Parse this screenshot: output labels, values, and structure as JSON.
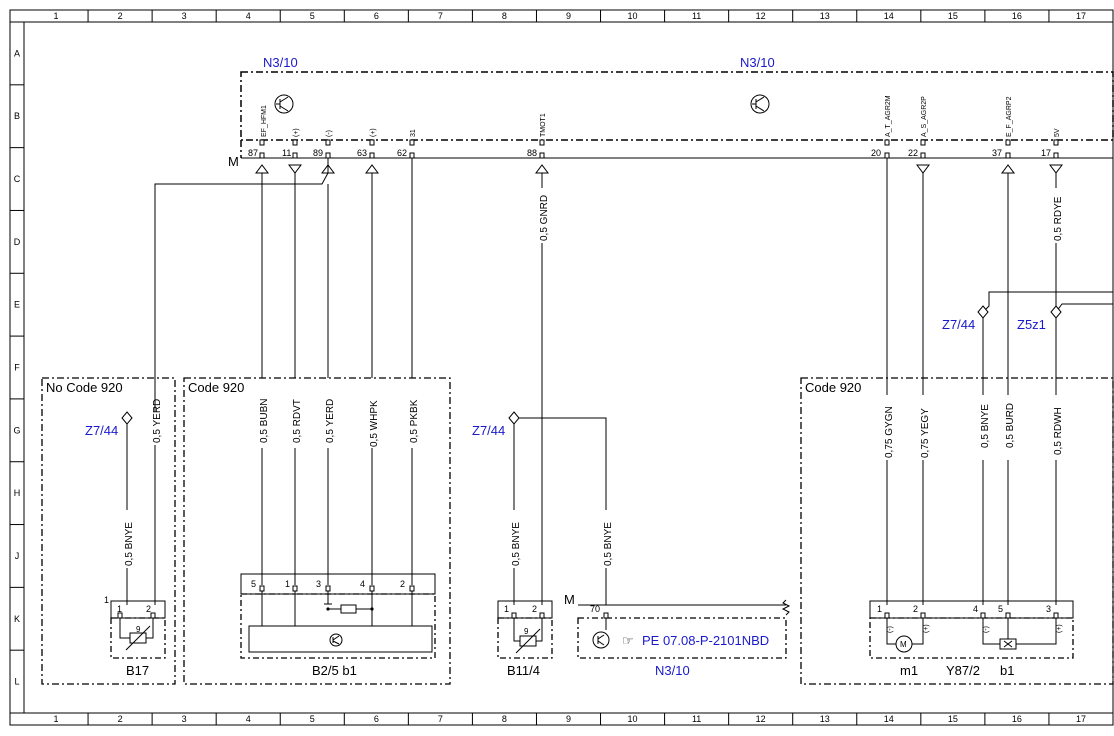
{
  "grid": {
    "columns": [
      "1",
      "2",
      "3",
      "4",
      "5",
      "6",
      "7",
      "8",
      "9",
      "10",
      "11",
      "12",
      "13",
      "14",
      "15",
      "16",
      "17"
    ],
    "rows": [
      "A",
      "B",
      "C",
      "D",
      "E",
      "F",
      "G",
      "H",
      "J",
      "K",
      "L"
    ]
  },
  "module": {
    "name_left": "N3/10",
    "name_right": "N3/10",
    "ground_label": "M",
    "pins": [
      {
        "num": "87",
        "signal": "EF_HFM1"
      },
      {
        "num": "11",
        "signal": "(+)"
      },
      {
        "num": "89",
        "signal": "(-)"
      },
      {
        "num": "63",
        "signal": "(+)"
      },
      {
        "num": "62",
        "signal": "31"
      },
      {
        "num": "88",
        "signal": "TMOT1"
      },
      {
        "num": "20",
        "signal": "A_T_AGR2M"
      },
      {
        "num": "22",
        "signal": "A_S_AGR2P"
      },
      {
        "num": "37",
        "signal": "E_F_AGRP2"
      },
      {
        "num": "17",
        "signal": "5V"
      }
    ]
  },
  "wires": [
    {
      "label": "0,5 YERD"
    },
    {
      "label": "0,5 BUBN"
    },
    {
      "label": "0,5 RDVT"
    },
    {
      "label": "0,5 YERD"
    },
    {
      "label": "0,5 WHPK"
    },
    {
      "label": "0,5 PKBK"
    },
    {
      "label": "0,5 GNRD"
    },
    {
      "label": "0,5 BNYE"
    },
    {
      "label": "0,5 BNYE"
    },
    {
      "label": "0,5 BNYE"
    },
    {
      "label": "0,75 GYGN"
    },
    {
      "label": "0,75 YEGY"
    },
    {
      "label": "0,5 BNYE"
    },
    {
      "label": "0,5 BURD"
    },
    {
      "label": "0,5 RDWH"
    },
    {
      "label": "0,5 RDYE"
    }
  ],
  "junctions": [
    {
      "label": "Z7/44"
    },
    {
      "label": "Z7/44"
    },
    {
      "label": "Z7/44"
    },
    {
      "label": "Z5z1"
    }
  ],
  "groups": [
    {
      "label": "No  Code 920"
    },
    {
      "label": "Code 920"
    },
    {
      "label": "Code 920"
    }
  ],
  "components": {
    "b17": {
      "label": "B17",
      "conn": "1",
      "pin1": "1",
      "pin2": "2",
      "symbol": "9"
    },
    "b25": {
      "label": "B2/5 b1",
      "pins": [
        "5",
        "1",
        "3",
        "4",
        "2"
      ]
    },
    "b114": {
      "label": "B11/4",
      "pin1": "1",
      "pin2": "2",
      "symbol": "9"
    },
    "n310_lower": {
      "label": "N3/10",
      "ground_label": "M",
      "pin": "70",
      "reference": "PE 07.08-P-2101NBD",
      "ref_icon": "pointing-hand-icon"
    },
    "y872": {
      "label_m1": "m1",
      "label_main": "Y87/2",
      "label_b1": "b1",
      "pins": [
        "1",
        "2",
        "4",
        "5",
        "3"
      ],
      "pin_marks": [
        "(-)",
        "(+)",
        "(-)",
        "(+)"
      ],
      "motor_letter": "M"
    }
  },
  "colors": {
    "line": "#000000",
    "ref_text": "#1a1acc"
  }
}
